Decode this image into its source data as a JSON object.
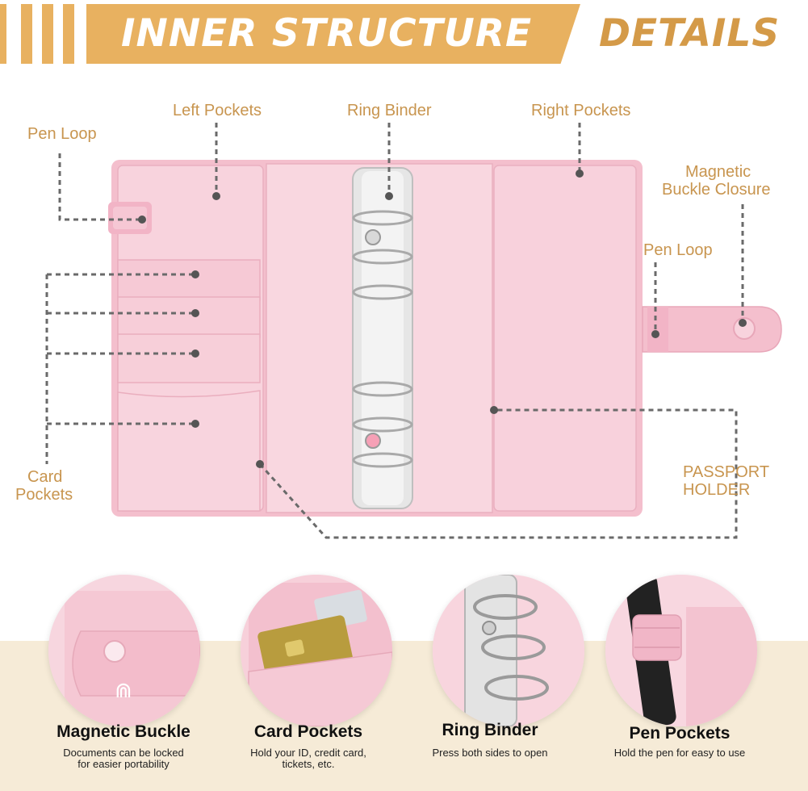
{
  "header": {
    "title": "INNER STRUCTURE",
    "subtitle": "DETAILS"
  },
  "callouts": {
    "pen_loop_left": "Pen Loop",
    "left_pockets": "Left Pockets",
    "ring_binder": "Ring Binder",
    "right_pockets": "Right Pockets",
    "magnetic_buckle_line1": "Magnetic",
    "magnetic_buckle_line2": "Buckle Closure",
    "pen_loop_right": "Pen Loop",
    "card_pockets_line1": "Card",
    "card_pockets_line2": "Pockets",
    "passport_line1": "PASSPORT",
    "passport_line2": "HOLDER"
  },
  "features": [
    {
      "title": "Magnetic Buckle",
      "desc_line1": "Documents can be locked",
      "desc_line2": "for easier portability"
    },
    {
      "title": "Card Pockets",
      "desc_line1": "Hold your ID, credit card,",
      "desc_line2": "tickets, etc."
    },
    {
      "title": "Ring Binder",
      "desc_line1": "Press both sides to open",
      "desc_line2": ""
    },
    {
      "title": "Pen Pockets",
      "desc_line1": "Hold the pen for easy  to use",
      "desc_line2": ""
    }
  ],
  "colors": {
    "gold": "#e8b160",
    "gold_text": "#c8954f",
    "pink": "#f7ccd8",
    "band": "#f6ebd7"
  },
  "icons": {
    "magnet": "magnet-icon"
  }
}
